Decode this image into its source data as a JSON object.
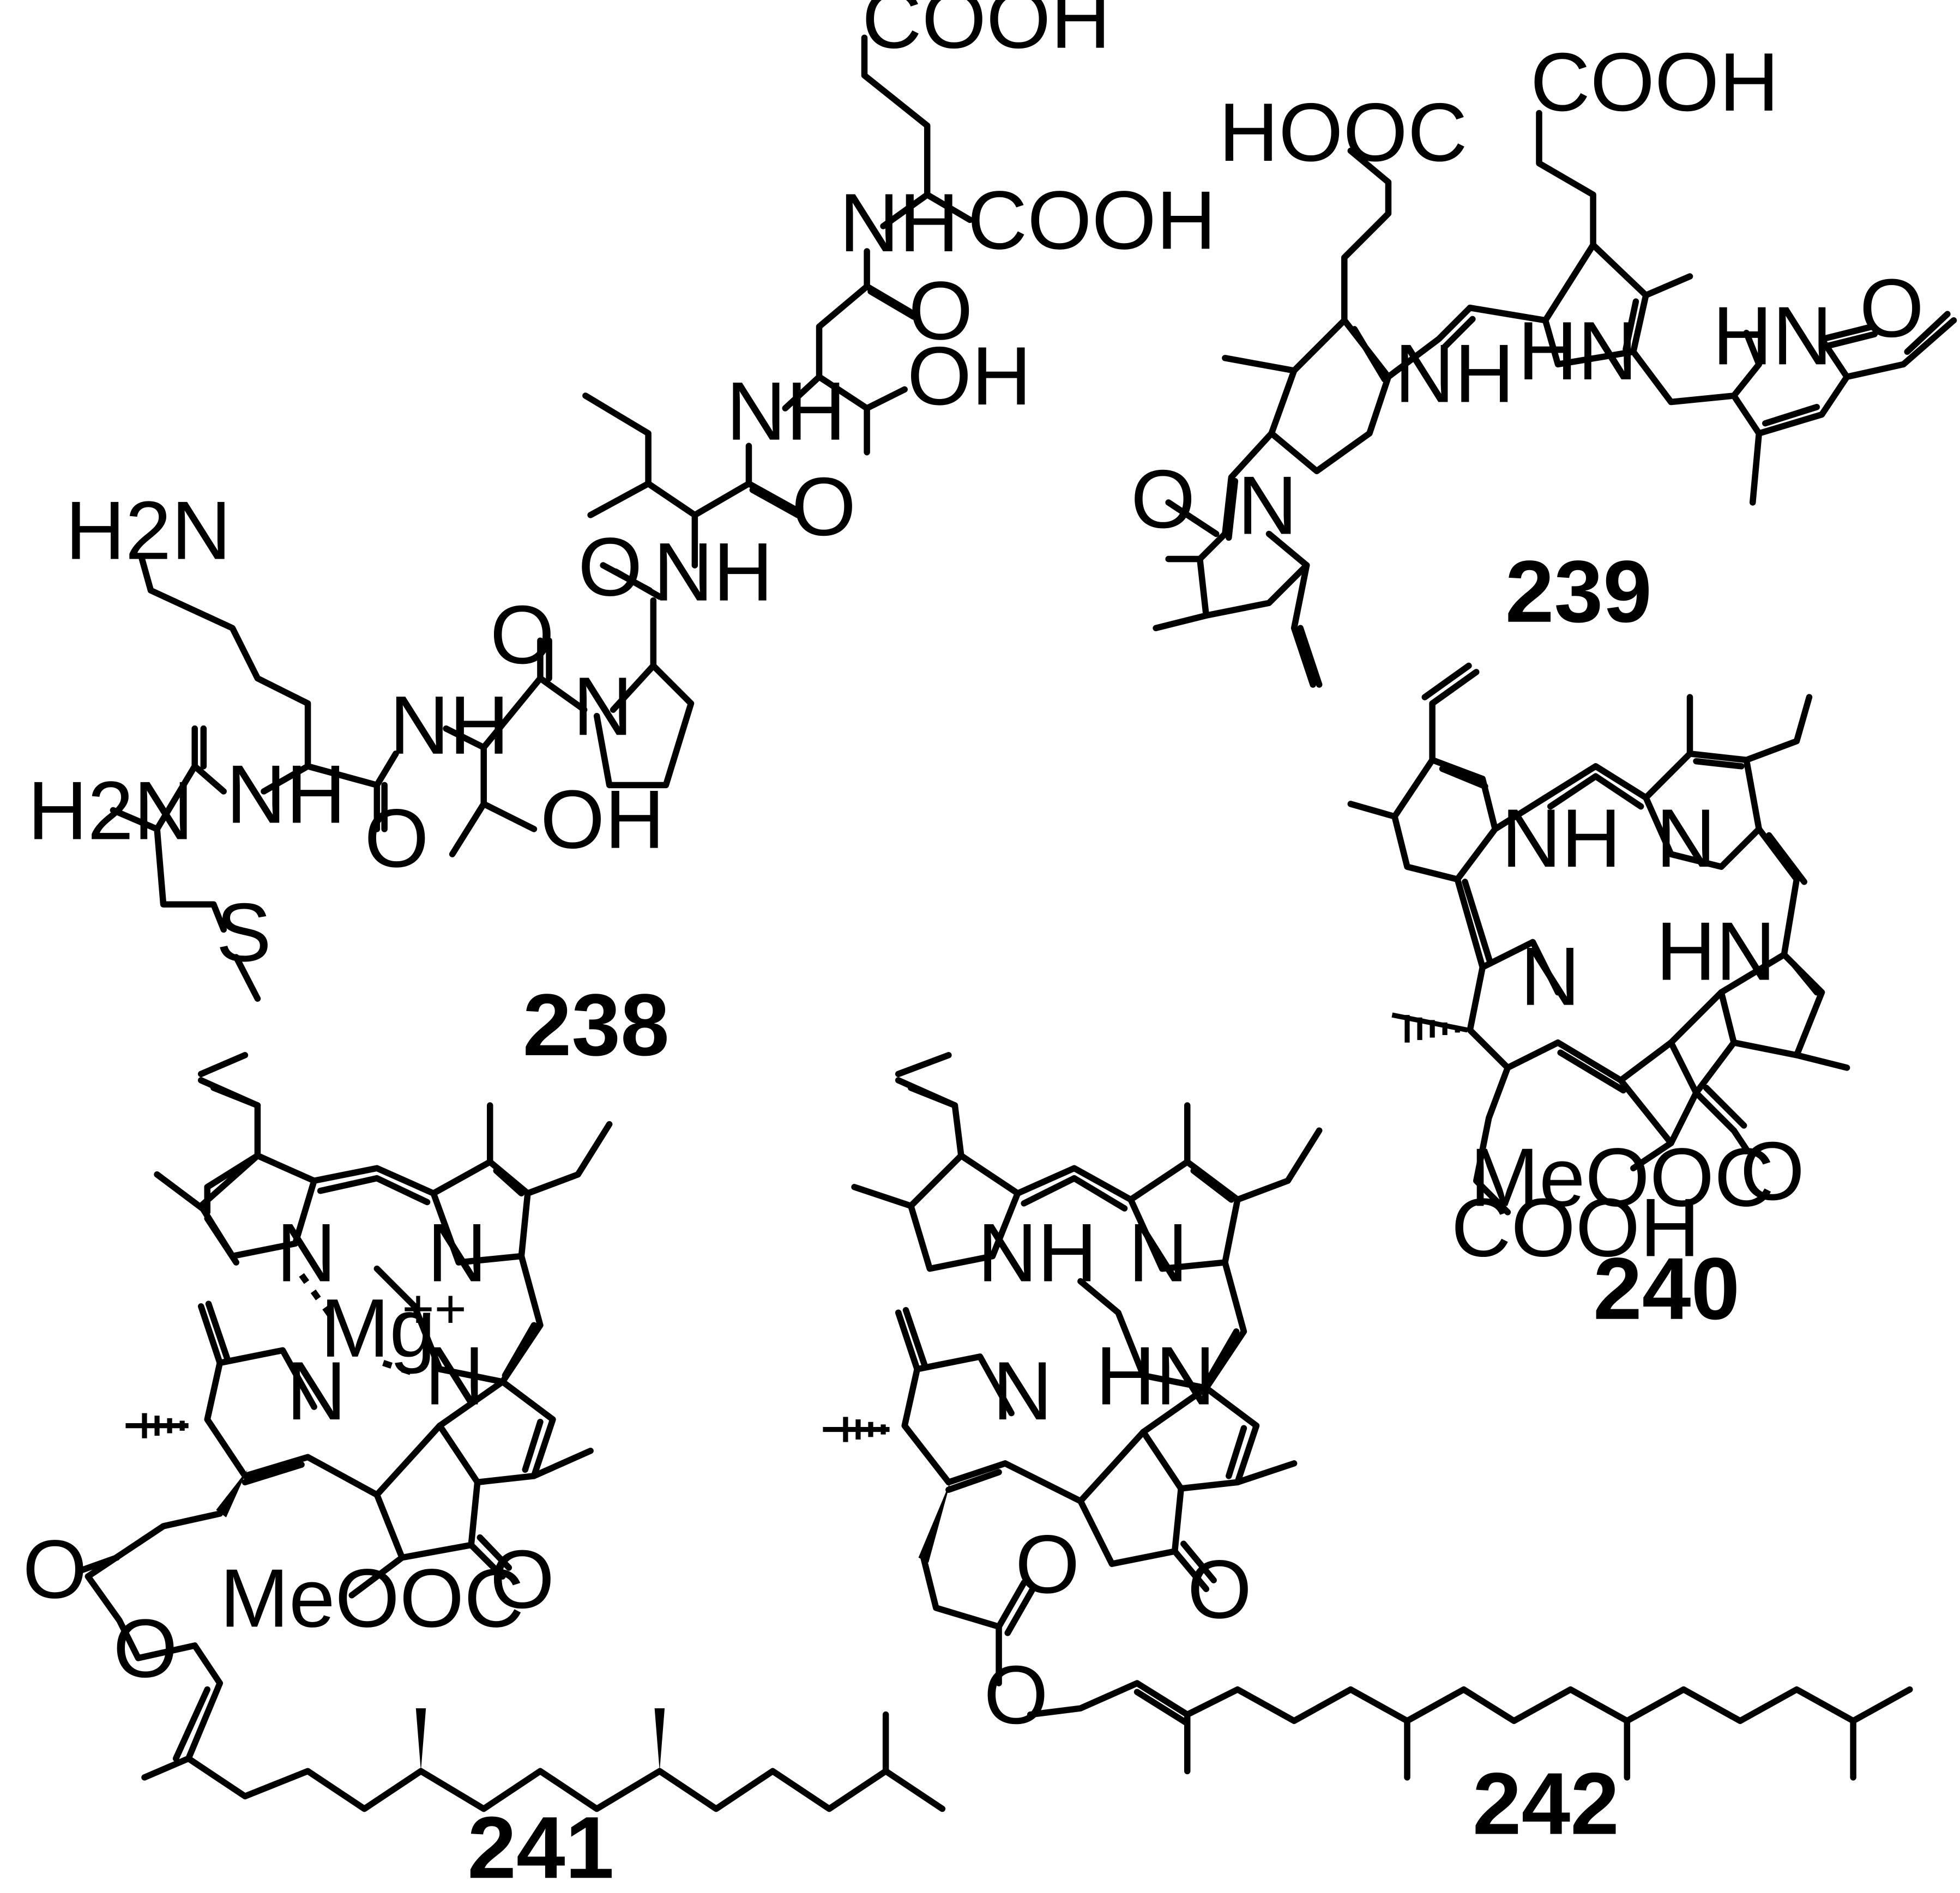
{
  "compounds": [
    {
      "number": "238",
      "atom_labels": [
        "COOH",
        "NH",
        "COOH",
        "O",
        "OH",
        "NH",
        "O",
        "NH",
        "O",
        "N",
        "H2N",
        "O",
        "NH",
        "H2N",
        "NH",
        "O",
        "OH",
        "S"
      ]
    },
    {
      "number": "239",
      "atom_labels": [
        "COOH",
        "HOOC",
        "HN",
        "O",
        "NH",
        "HN",
        "O",
        "N"
      ]
    },
    {
      "number": "240",
      "atom_labels": [
        "NH",
        "N",
        "N",
        "HN",
        "MeOOC",
        "O",
        "COOH"
      ]
    },
    {
      "number": "241",
      "atom_labels": [
        "N",
        "N",
        "Mg",
        "++",
        "N",
        "N",
        "O",
        "O",
        "MeOOC",
        "O"
      ]
    },
    {
      "number": "242",
      "atom_labels": [
        "NH",
        "N",
        "N",
        "HN",
        "O",
        "O",
        "O"
      ]
    }
  ]
}
